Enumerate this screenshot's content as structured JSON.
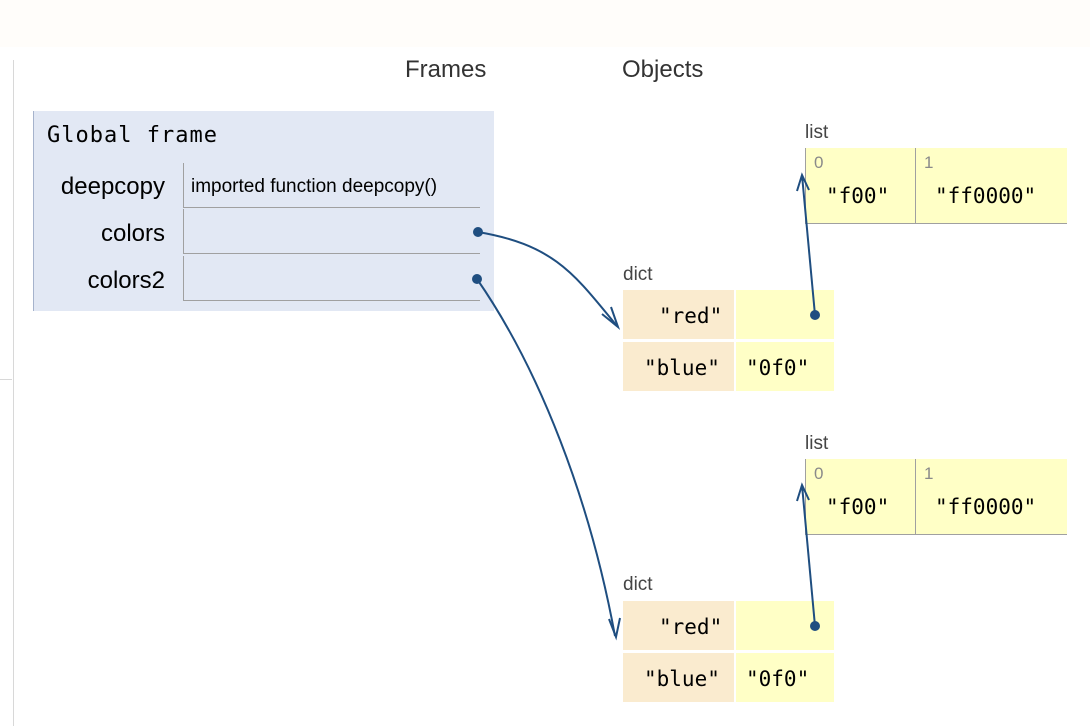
{
  "headers": {
    "frames": "Frames",
    "objects": "Objects"
  },
  "global_frame": {
    "title": "Global frame",
    "vars": [
      {
        "name": "deepcopy",
        "value": "imported function deepcopy()"
      },
      {
        "name": "colors",
        "value": ""
      },
      {
        "name": "colors2",
        "value": ""
      }
    ]
  },
  "objects": {
    "list1": {
      "type": "list",
      "items": [
        {
          "index": "0",
          "value": "\"f00\""
        },
        {
          "index": "1",
          "value": "\"ff0000\""
        }
      ]
    },
    "dict1": {
      "type": "dict",
      "entries": [
        {
          "key": "\"red\"",
          "value": ""
        },
        {
          "key": "\"blue\"",
          "value": "\"0f0\""
        }
      ]
    },
    "list2": {
      "type": "list",
      "items": [
        {
          "index": "0",
          "value": "\"f00\""
        },
        {
          "index": "1",
          "value": "\"ff0000\""
        }
      ]
    },
    "dict2": {
      "type": "dict",
      "entries": [
        {
          "key": "\"red\"",
          "value": ""
        },
        {
          "key": "\"blue\"",
          "value": "\"0f0\""
        }
      ]
    }
  },
  "colors": {
    "frame_bg": "#e2e8f4",
    "list_bg": "#ffffc6",
    "dict_key_bg": "#faebcf",
    "arrow": "#1f4e80"
  }
}
